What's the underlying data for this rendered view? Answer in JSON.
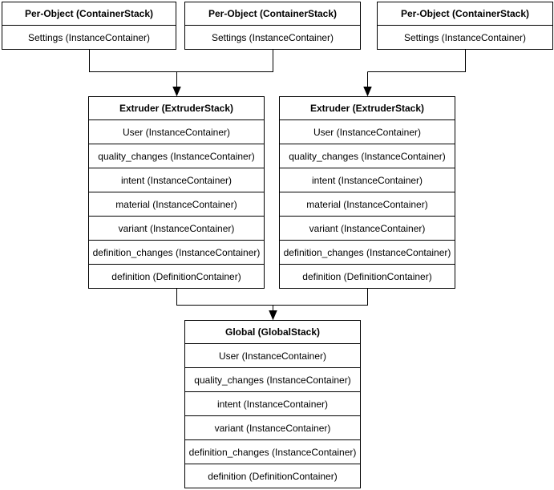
{
  "colors": {
    "background": "#ffffff",
    "border": "#000000",
    "text": "#000000"
  },
  "stacks": {
    "per_object": [
      {
        "header": "Per-Object (ContainerStack)",
        "rows": [
          "Settings (InstanceContainer)"
        ]
      },
      {
        "header": "Per-Object (ContainerStack)",
        "rows": [
          "Settings (InstanceContainer)"
        ]
      },
      {
        "header": "Per-Object (ContainerStack)",
        "rows": [
          "Settings (InstanceContainer)"
        ]
      }
    ],
    "extruder": [
      {
        "header": "Extruder (ExtruderStack)",
        "rows": [
          "User (InstanceContainer)",
          "quality_changes (InstanceContainer)",
          "intent (InstanceContainer)",
          "material (InstanceContainer)",
          "variant (InstanceContainer)",
          "definition_changes (InstanceContainer)",
          "definition (DefinitionContainer)"
        ]
      },
      {
        "header": "Extruder (ExtruderStack)",
        "rows": [
          "User (InstanceContainer)",
          "quality_changes (InstanceContainer)",
          "intent (InstanceContainer)",
          "material (InstanceContainer)",
          "variant (InstanceContainer)",
          "definition_changes (InstanceContainer)",
          "definition (DefinitionContainer)"
        ]
      }
    ],
    "global": {
      "header": "Global (GlobalStack)",
      "rows": [
        "User (InstanceContainer)",
        "quality_changes (InstanceContainer)",
        "intent (InstanceContainer)",
        "variant (InstanceContainer)",
        "definition_changes (InstanceContainer)",
        "definition (DefinitionContainer)"
      ]
    }
  }
}
